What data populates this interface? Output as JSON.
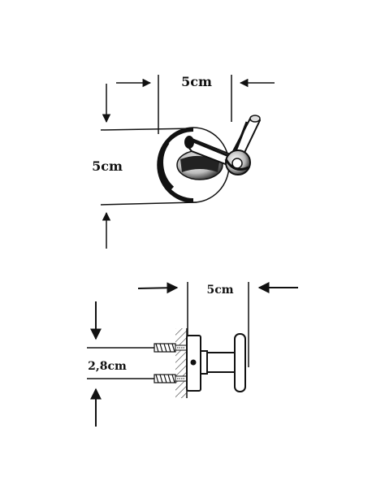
{
  "top_view": {
    "width_label": "5cm",
    "height_label": "5cm"
  },
  "side_view": {
    "width_label": "5cm",
    "height_label": "2,8cm"
  },
  "colors": {
    "line": "#111111",
    "chrome_dark": "#1a1a1a",
    "chrome_light": "#ffffff"
  }
}
